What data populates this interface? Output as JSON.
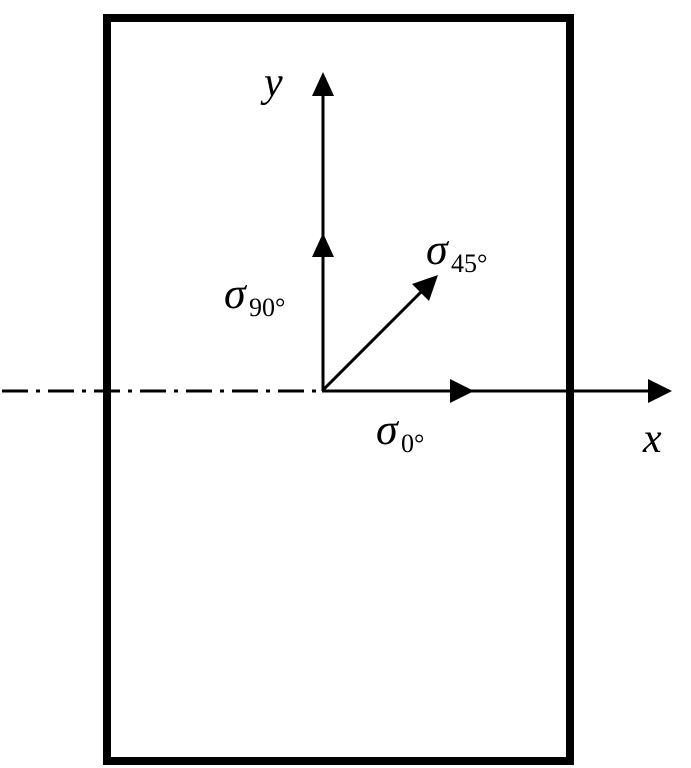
{
  "axes": {
    "x_label": "x",
    "y_label": "y"
  },
  "stresses": {
    "sigma_0": {
      "symbol": "σ",
      "subscript": "0°"
    },
    "sigma_45": {
      "symbol": "σ",
      "subscript": "45°"
    },
    "sigma_90": {
      "symbol": "σ",
      "subscript": "90°"
    }
  },
  "colors": {
    "stroke": "#000000",
    "background": "#ffffff"
  }
}
